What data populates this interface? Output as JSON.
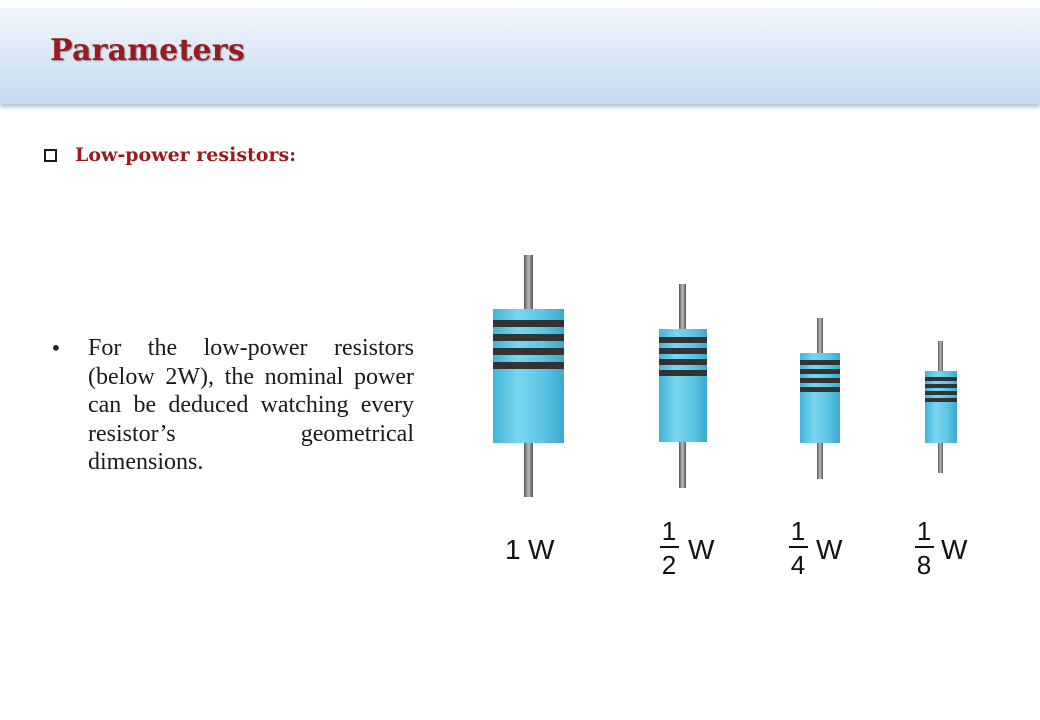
{
  "slide": {
    "title": "Parameters",
    "subheading": "Low-power resistors:",
    "bullet_text": "For the low-power resistors (below 2W), the nominal power can be deduced watching every resistor’s geometrical dimensions."
  },
  "resistors": [
    {
      "label_whole": "1",
      "label_num": "",
      "label_den": "",
      "unit": "W"
    },
    {
      "label_whole": "",
      "label_num": "1",
      "label_den": "2",
      "unit": "W"
    },
    {
      "label_whole": "",
      "label_num": "1",
      "label_den": "4",
      "unit": "W"
    },
    {
      "label_whole": "",
      "label_num": "1",
      "label_den": "8",
      "unit": "W"
    }
  ],
  "colors": {
    "title": "#9a1b1e",
    "resistor_body": "#5ec8e6",
    "resistor_band": "#3a3a3a",
    "lead": "#8a8a8a"
  }
}
